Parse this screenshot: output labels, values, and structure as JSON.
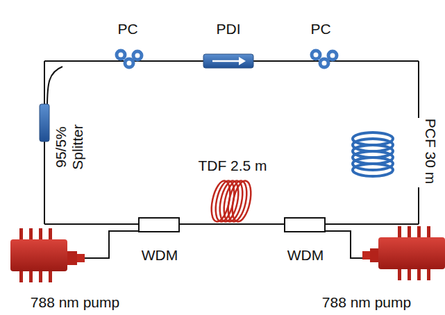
{
  "diagram": {
    "labels": [
      "PC",
      "PDI",
      "PC",
      "95/5% Splitter",
      "PCF 30 m",
      "TDF 2.5 m",
      "WDM",
      "WDM",
      "788 nm pump",
      "788 nm pump"
    ]
  }
}
